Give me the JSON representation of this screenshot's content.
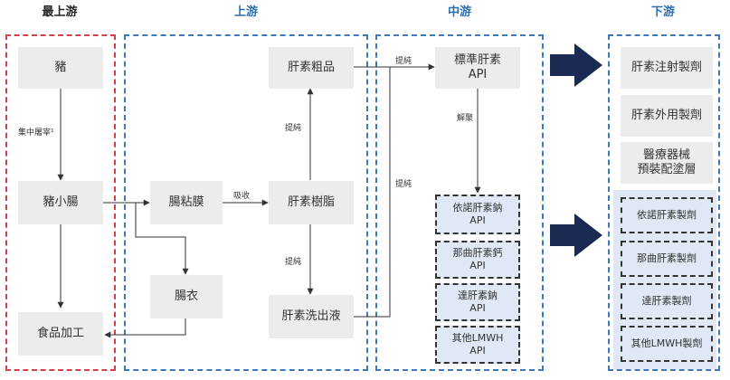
{
  "headers": {
    "topmost": "最上游",
    "upstream": "上游",
    "midstream": "中游",
    "downstream": "下游"
  },
  "nodes": {
    "pig": "豬",
    "pig_intestine": "豬小腸",
    "food_processing": "食品加工",
    "intestinal_mucosa": "腸粘膜",
    "casing": "腸衣",
    "crude_heparin": "肝素粗品",
    "heparin_resin": "肝素樹脂",
    "heparin_eluate": "肝素洗出液",
    "standard_heparin_api": "標準肝素\nAPI",
    "enoxaparin_api": "依諾肝素鈉\nAPI",
    "nadroparin_api": "那曲肝素鈣\nAPI",
    "dalteparin_api": "達肝素鈉\nAPI",
    "other_lmwh_api": "其他LMWH\nAPI",
    "heparin_injection": "肝素注射製劑",
    "heparin_topical": "肝素外用製劑",
    "medical_device_coating": "醫療器械\n預裝配塗層",
    "enoxaparin_prep": "依諾肝素製劑",
    "nadroparin_prep": "那曲肝素製劑",
    "dalteparin_prep": "達肝素製劑",
    "other_lmwh_prep": "其他LMWH製劑"
  },
  "edge_labels": {
    "slaughter": "集中屠宰¹",
    "absorb": "吸收",
    "purify_crude": "提純",
    "purify_eluate": "提純",
    "purify_standard": "提純",
    "purify_api": "提純",
    "depolymerize": "解聚"
  },
  "colors": {
    "topmost_border": "#d0414a",
    "stream_border": "#3d7ab8",
    "header_blue": "#2f6fb0",
    "arrow_navy": "#1b2a52"
  }
}
